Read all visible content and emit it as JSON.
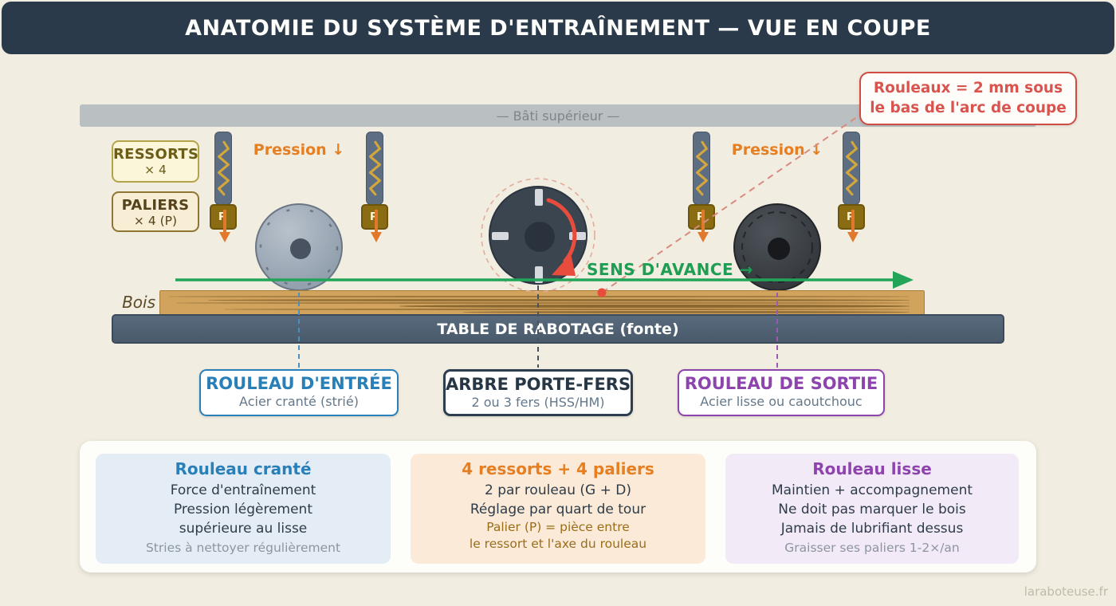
{
  "header": {
    "title": "ANATOMIE DU SYSTÈME D'ENTRAÎNEMENT — VUE EN COUPE"
  },
  "callout": {
    "text_line1": "Rouleaux = 2 mm sous",
    "text_line2": "le bas de l'arc de coupe"
  },
  "upper_frame_label": "— Bâti supérieur —",
  "legend_boxes": {
    "ressorts": {
      "title": "RESSORTS",
      "count": "× 4"
    },
    "paliers": {
      "title": "PALIERS",
      "count": "× 4 (P)"
    }
  },
  "pressure_label": "Pression ↓",
  "bearing_letter": "P",
  "feed_direction_label": "SENS D'AVANCE →",
  "wood_label": "Bois",
  "table_label": "TABLE DE RABOTAGE (fonte)",
  "part_labels": {
    "entry_roller": {
      "title": "ROULEAU D'ENTRÉE",
      "subtitle": "Acier cranté (strié)"
    },
    "cutter_block": {
      "title": "ARBRE PORTE-FERS",
      "subtitle": "2 ou 3 fers (HSS/HM)"
    },
    "exit_roller": {
      "title": "ROULEAU DE SORTIE",
      "subtitle": "Acier lisse ou caoutchouc"
    }
  },
  "info_cards": [
    {
      "title": "Rouleau cranté",
      "lines": [
        "Force d'entraînement",
        "Pression légèrement",
        "supérieure au lisse"
      ],
      "note": "Stries à nettoyer régulièrement"
    },
    {
      "title": "4 ressorts + 4 paliers",
      "lines": [
        "2 par rouleau (G + D)",
        "Réglage par quart de tour"
      ],
      "sub_lines": [
        "Palier (P) = pièce entre",
        "le ressort et l'axe du rouleau"
      ]
    },
    {
      "title": "Rouleau lisse",
      "lines": [
        "Maintien + accompagnement",
        "Ne doit pas marquer le bois",
        "Jamais de lubrifiant dessus"
      ],
      "note": "Graisser ses paliers 1-2×/an"
    }
  ],
  "watermark": "laraboteuse.fr",
  "colors": {
    "header_bg": "#2b3a4a",
    "page_bg": "#f1ede1",
    "callout_red": "#d9534f",
    "pressure_orange": "#e67e22",
    "feed_green": "#22a558",
    "entry_blue": "#2980b9",
    "cutter_navy": "#2c3e50",
    "exit_purple": "#8e44ad",
    "spring_gold": "#d4a73c",
    "bearing_gold": "#8a6c12",
    "wood_tan": "#d1a35d",
    "table_slate": "#4e5f70"
  }
}
